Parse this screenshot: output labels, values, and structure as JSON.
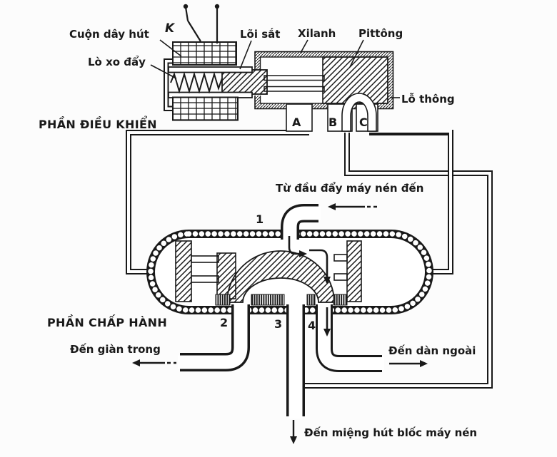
{
  "colors": {
    "ink": "#191919",
    "paper": "#fcfcfc"
  },
  "control": {
    "heading": "PHẦN ĐIỀU KHIỂN",
    "switch": "K",
    "labels": {
      "coil": "Cuộn dây hút",
      "spring": "Lò xo đẩy",
      "core": "Lõi sắt",
      "cylinder": "Xilanh",
      "piston": "Pittông",
      "vent": "Lỗ thông"
    },
    "ports": [
      "A",
      "B",
      "C"
    ]
  },
  "actuator": {
    "heading": "PHẦN CHẤP HÀNH",
    "ports": [
      "1",
      "2",
      "3",
      "4"
    ],
    "flows": {
      "from_compressor": "Từ đầu đẩy máy nén đến",
      "to_indoor": "Đến giàn trong",
      "to_outdoor": "Đến dàn ngoài",
      "to_suction": "Đến miệng hút blốc máy nén"
    }
  }
}
